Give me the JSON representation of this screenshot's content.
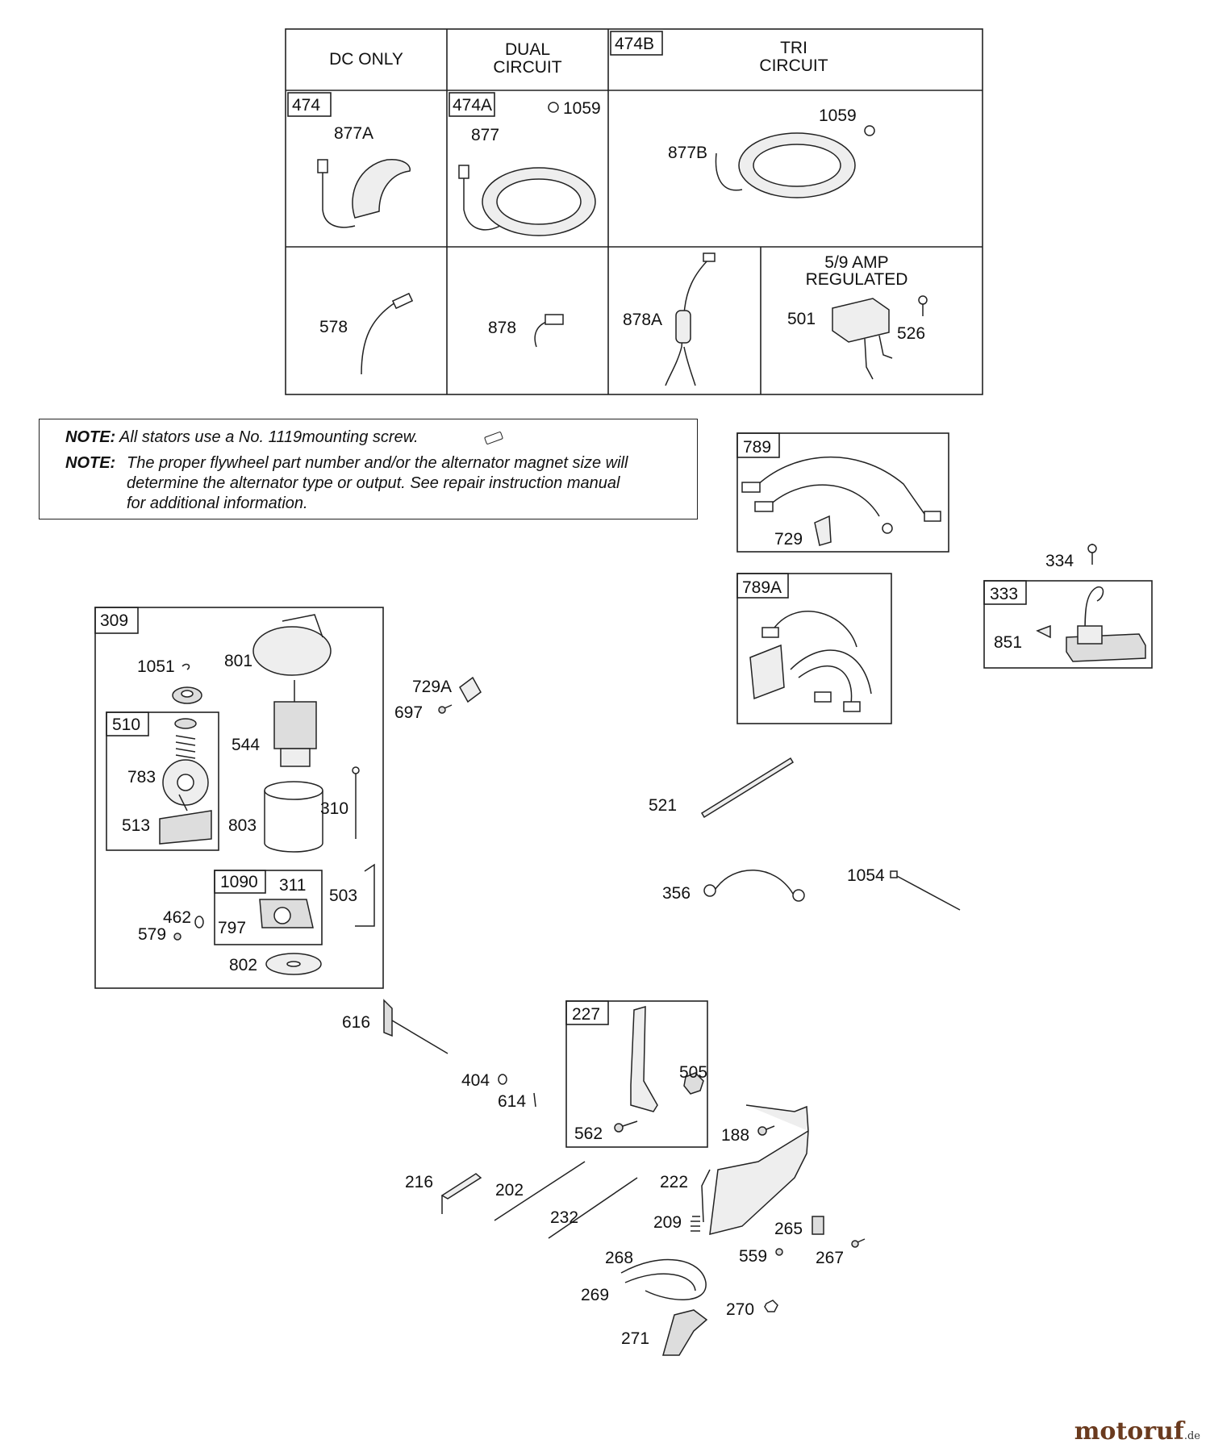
{
  "table": {
    "headers": {
      "dc_only": "DC ONLY",
      "dual_1": "DUAL",
      "dual_2": "CIRCUIT",
      "tri_box": "474B",
      "tri_1": "TRI",
      "tri_2": "CIRCUIT"
    },
    "stator_boxes": {
      "dc": "474",
      "dual": "474A"
    },
    "stator_labels": {
      "p877A": "877A",
      "p877": "877",
      "p1059a": "1059",
      "p1059b": "1059",
      "p877B": "877B"
    },
    "harness_labels": {
      "p578": "578",
      "p878": "878",
      "p878A": "878A",
      "p501": "501",
      "p526": "526"
    },
    "regulated_1": "5/9 AMP",
    "regulated_2": "REGULATED"
  },
  "note": {
    "label": "NOTE:",
    "line1": "All stators use a No. 1119mounting screw.",
    "line2": "The proper flywheel part number and/or the alternator magnet size will",
    "line3": "determine the alternator type or output. See repair instruction manual",
    "line4": "for additional information."
  },
  "boxes": {
    "b789": "789",
    "b789A": "789A",
    "b333": "333",
    "b309": "309",
    "b510": "510",
    "b1090": "1090",
    "b227": "227"
  },
  "parts": {
    "p729": "729",
    "p334": "334",
    "p851": "851",
    "p1051": "1051",
    "p801": "801",
    "p544": "544",
    "p783": "783",
    "p513": "513",
    "p803": "803",
    "p310": "310",
    "p311": "311",
    "p797": "797",
    "p503": "503",
    "p462": "462",
    "p579": "579",
    "p802": "802",
    "p729A": "729A",
    "p697": "697",
    "p521": "521",
    "p356": "356",
    "p1054": "1054",
    "p616": "616",
    "p404": "404",
    "p614": "614",
    "p505": "505",
    "p562": "562",
    "p188": "188",
    "p216": "216",
    "p202": "202",
    "p222": "222",
    "p232": "232",
    "p209": "209",
    "p265": "265",
    "p559": "559",
    "p267": "267",
    "p268": "268",
    "p269": "269",
    "p270": "270",
    "p271": "271"
  },
  "watermark": {
    "main": "motoruf",
    "suffix": ".de"
  }
}
